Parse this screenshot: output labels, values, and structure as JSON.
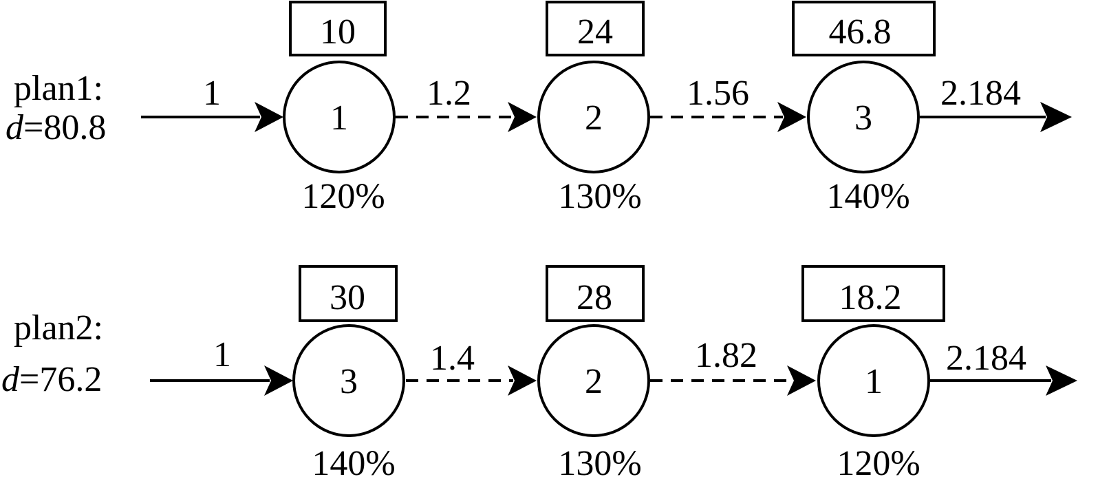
{
  "plans": [
    {
      "label": "plan1:",
      "d_var": "d",
      "d_value": "=80.8",
      "nodes": [
        {
          "id": "1",
          "box": "10",
          "percent": "120%"
        },
        {
          "id": "2",
          "box": "24",
          "percent": "130%"
        },
        {
          "id": "3",
          "box": "46.8",
          "percent": "140%"
        }
      ],
      "edges": [
        {
          "label": "1",
          "style": "solid"
        },
        {
          "label": "1.2",
          "style": "dashed"
        },
        {
          "label": "1.56",
          "style": "dashed"
        },
        {
          "label": "2.184",
          "style": "solid"
        }
      ]
    },
    {
      "label": "plan2:",
      "d_var": "d",
      "d_value": "=76.2",
      "nodes": [
        {
          "id": "3",
          "box": "30",
          "percent": "140%"
        },
        {
          "id": "2",
          "box": "28",
          "percent": "130%"
        },
        {
          "id": "1",
          "box": "18.2",
          "percent": "120%"
        }
      ],
      "edges": [
        {
          "label": "1",
          "style": "solid"
        },
        {
          "label": "1.4",
          "style": "dashed"
        },
        {
          "label": "1.82",
          "style": "dashed"
        },
        {
          "label": "2.184",
          "style": "solid"
        }
      ]
    }
  ]
}
